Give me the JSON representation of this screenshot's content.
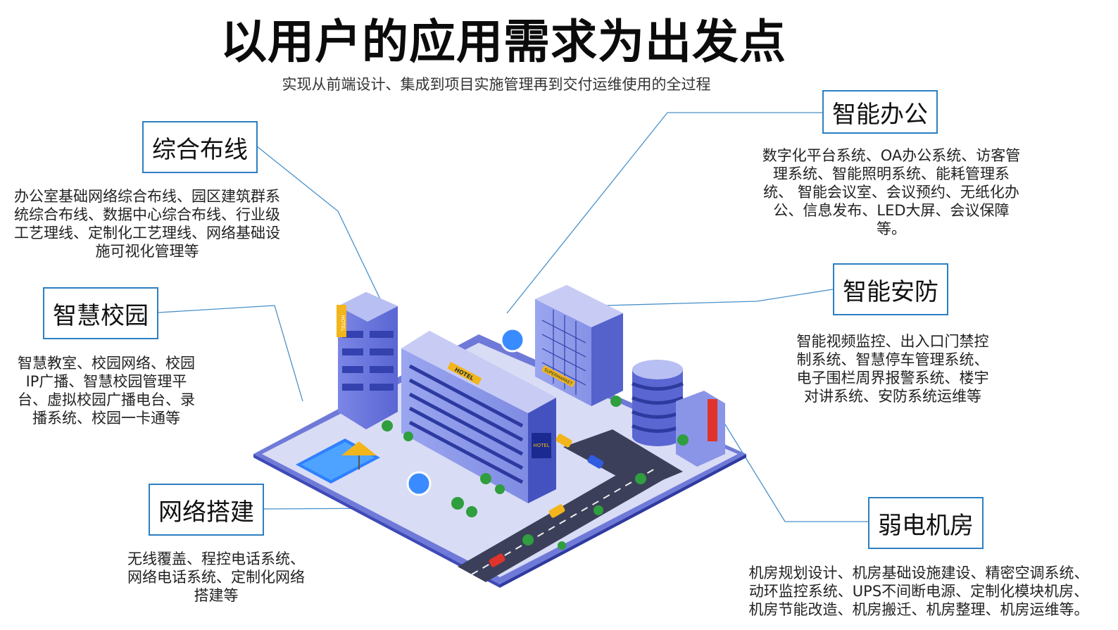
{
  "title": "以用户的应用需求为出发点",
  "subtitle": "实现从前端设计、集成到项目实施管理再到交付运维使用的全过程",
  "sections": {
    "wiring": {
      "label": "综合布线",
      "desc": [
        "办公室基础网络综合布线、园区建筑群系",
        "统综合布线、数据中心综合布线、行业级",
        "工艺理线、定制化工艺理线、网络基础设",
        "施可视化管理等"
      ]
    },
    "campus": {
      "label": "智慧校园",
      "desc": [
        "智慧教室、校园网络、校园",
        "IP广播、智慧校园管理平",
        "台、虚拟校园广播电台、录",
        "播系统、校园一卡通等"
      ]
    },
    "network": {
      "label": "网络搭建",
      "desc": [
        "无线覆盖、程控电话系统、",
        "网络电话系统、定制化网络",
        "搭建等"
      ]
    },
    "office": {
      "label": "智能办公",
      "desc": [
        "数字化平台系统、OA办公系统、访客管",
        "理系统、智能照明系统、能耗管理系",
        "统、 智能会议室、会议预约、无纸化办",
        "公、信息发布、LED大屏、会议保障",
        "等。"
      ]
    },
    "security": {
      "label": "智能安防",
      "desc": [
        "智能视频监控、出入口门禁控",
        "制系统、智慧停车管理系统、",
        "电子围栏周界报警系统、楼宇",
        "对讲系统、安防系统运维等"
      ]
    },
    "datacenter": {
      "label": "弱电机房",
      "desc": [
        "机房规划设计、机房基础设施建设、精密空调系统、",
        "动环监控系统、UPS不间断电源、定制化模块机房、",
        "机房节能改造、机房搬迁、机房整理、机房运维等。"
      ]
    }
  },
  "signs": {
    "hotel_main": "HOTEL",
    "hotel_tower": "HOTEL",
    "hotel_panel": "HOTEL",
    "shop": "SUPERMARKET"
  },
  "colors": {
    "box_border": "#2d7fc1",
    "line": "#4a90c8",
    "building": "#5f6fd6"
  }
}
